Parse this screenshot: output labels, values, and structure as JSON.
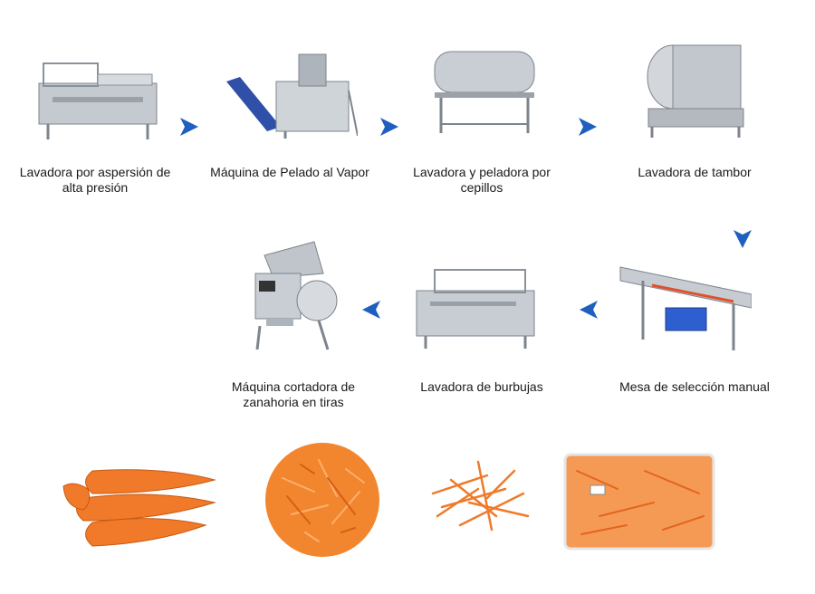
{
  "colors": {
    "arrow": "#1f5fbf",
    "steel": "#b9bfc6",
    "carrot": "#f07a2a"
  },
  "steps": [
    {
      "label": "Lavadora por aspersión de alta presión",
      "icon": "spray-washer-machine"
    },
    {
      "label": "Máquina de Pelado al Vapor",
      "icon": "steam-peeler-machine"
    },
    {
      "label": "Lavadora y peladora por cepillos",
      "icon": "brush-washer-peeler-machine"
    },
    {
      "label": "Lavadora de tambor",
      "icon": "drum-washer-machine"
    },
    {
      "label": "Mesa de selección manual",
      "icon": "sorting-table-machine"
    },
    {
      "label": "Lavadora de burbujas",
      "icon": "bubble-washer-machine"
    },
    {
      "label": "Máquina cortadora de zanahoria en tiras",
      "icon": "carrot-shredder-machine"
    }
  ],
  "products": [
    "whole-carrots-image",
    "shredded-carrot-plate-image",
    "carrot-strips-pile-image",
    "bagged-carrot-strips-image"
  ]
}
